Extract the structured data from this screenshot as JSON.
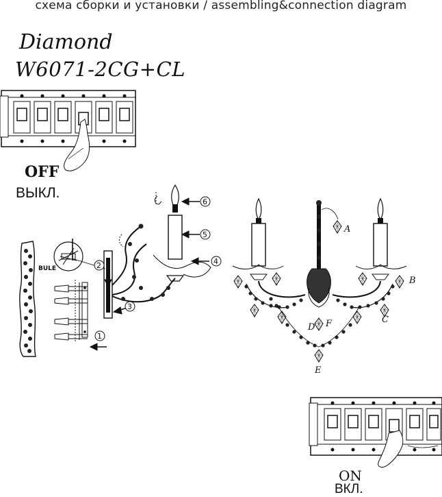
{
  "header": {
    "text": "схема сборки и установки / assembling&connection diagram"
  },
  "product": {
    "brand": "Diamond",
    "model": "W6071-2CG+CL"
  },
  "switch_off": {
    "label_en": "OFF",
    "label_ru": "ВЫКЛ."
  },
  "switch_on": {
    "label_en": "ON",
    "label_ru": "ВКЛ."
  },
  "steps": [
    "1",
    "2",
    "3",
    "4",
    "5",
    "6"
  ],
  "wall_label": "BULE",
  "parts": [
    "A",
    "B",
    "C",
    "D",
    "E",
    "F"
  ],
  "colors": {
    "line": "#111111",
    "background": "#ffffff"
  }
}
